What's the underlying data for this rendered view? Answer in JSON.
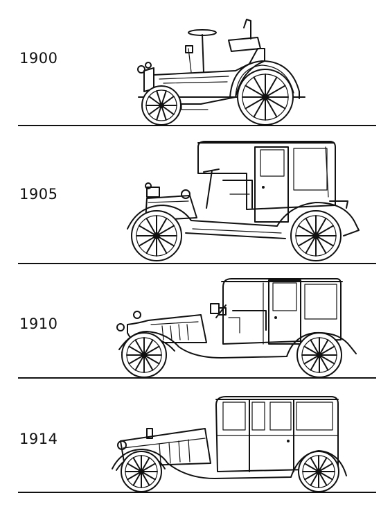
{
  "rows": [
    {
      "year": "1900",
      "vehicle_icon": "car-1900-icon"
    },
    {
      "year": "1905",
      "vehicle_icon": "car-1905-icon"
    },
    {
      "year": "1910",
      "vehicle_icon": "car-1910-icon"
    },
    {
      "year": "1914",
      "vehicle_icon": "car-1914-icon"
    }
  ],
  "colors": {
    "line": "#111111",
    "background": "#ffffff"
  }
}
